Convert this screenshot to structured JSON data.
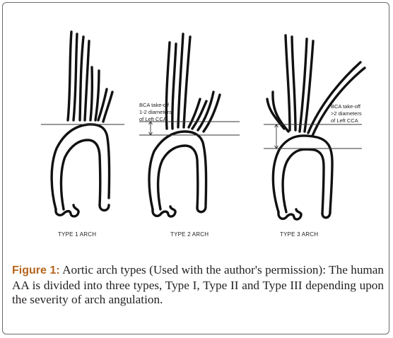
{
  "figure": {
    "types": [
      {
        "label": "TYPE 1 ARCH",
        "annotation": []
      },
      {
        "label": "TYPE 2 ARCH",
        "annotation": [
          "BCA take-off",
          "1-2 diameters",
          "of Left CCA"
        ]
      },
      {
        "label": "TYPE 3 ARCH",
        "annotation": [
          "BCA take-off",
          ">2 diameters",
          "of Left CCA"
        ]
      }
    ]
  },
  "caption": {
    "label": "Figure 1:",
    "text": " Aortic arch types (Used with the author's permission): The human AA is divided into three types, Type I, Type II and Type III depending upon the severity of arch angulation."
  }
}
